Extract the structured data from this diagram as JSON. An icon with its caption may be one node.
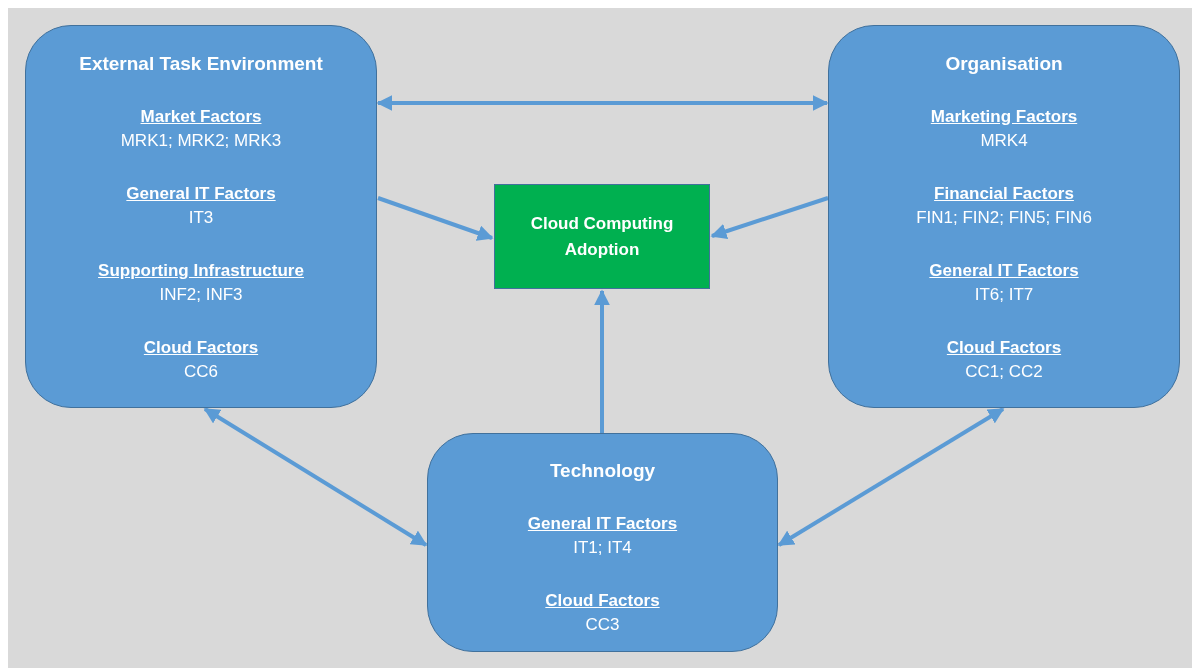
{
  "diagram": {
    "nodes": [
      {
        "text": [
          "External Task Environment",
          "Market Factors",
          "MRK1; MRK2; MRK3",
          "General IT Factors",
          "IT3",
          "Supporting Infrastructure",
          "INF2; INF3",
          "Cloud Factors",
          "CC6"
        ]
      },
      {
        "text": [
          "Cloud Computing Adoption"
        ]
      },
      {
        "text": [
          "Organisation",
          "Marketing Factors",
          "MRK4",
          "Financial Factors",
          "FIN1; FIN2; FIN5; FIN6",
          "General IT Factors",
          "IT6; IT7",
          "Cloud Factors",
          "CC1; CC2"
        ]
      },
      {
        "text": [
          "Technology",
          "General IT Factors",
          "IT1; IT4",
          "Cloud Factors",
          "CC3"
        ]
      }
    ],
    "edges": [
      {
        "from": 0,
        "to": 2,
        "arrow": "both"
      },
      {
        "from": 0,
        "to": 1,
        "arrow": "to"
      },
      {
        "from": 2,
        "to": 1,
        "arrow": "to"
      },
      {
        "from": 3,
        "to": 1,
        "arrow": "to"
      },
      {
        "from": 0,
        "to": 3,
        "arrow": "both"
      },
      {
        "from": 2,
        "to": 3,
        "arrow": "both"
      }
    ]
  }
}
